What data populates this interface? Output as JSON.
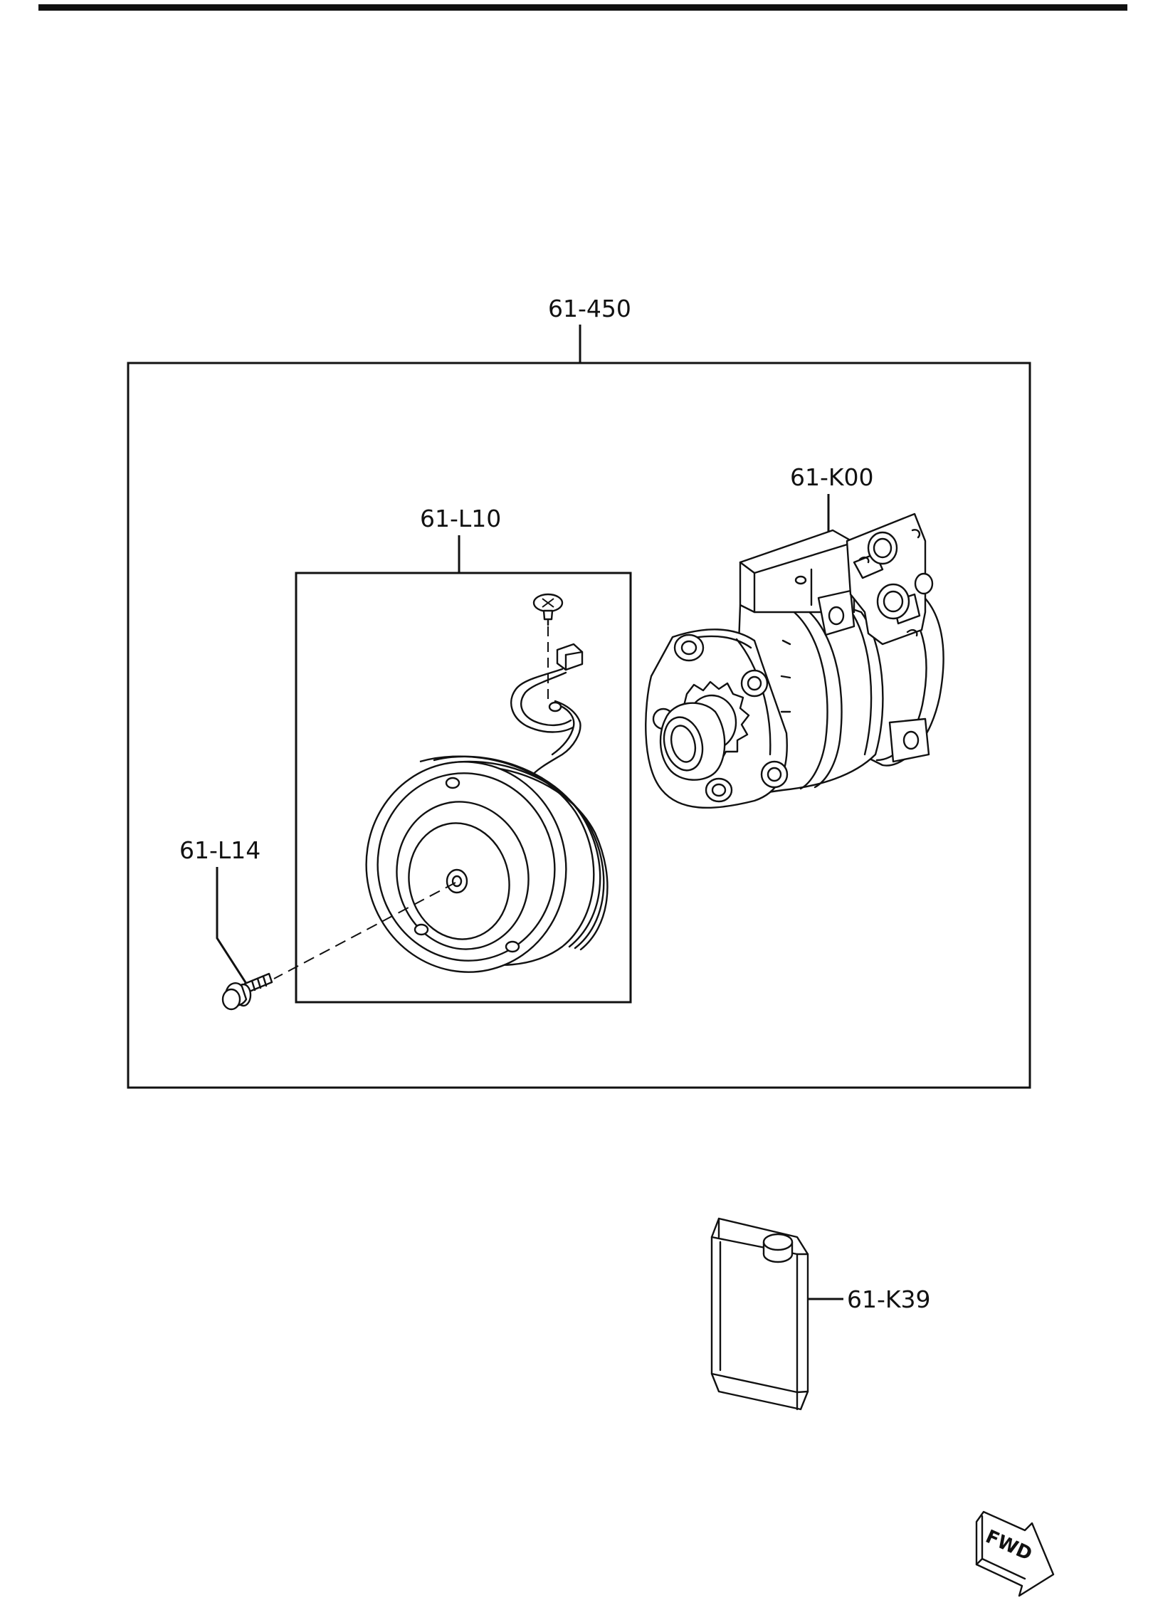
{
  "callouts": {
    "assembly": "61-450",
    "compressor": "61-K00",
    "clutch": "61-L10",
    "bolt": "61-L14",
    "oil": "61-K39"
  },
  "direction_badge": "FWD"
}
